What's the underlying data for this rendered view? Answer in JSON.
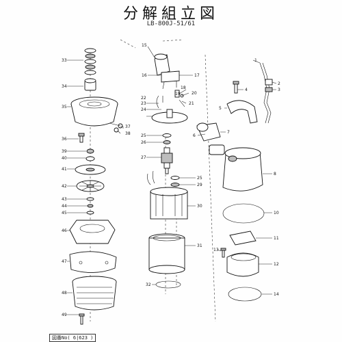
{
  "title": "分解組立図",
  "model": "LB-800J-51/61",
  "footer": "図番No( 6|623 )",
  "parts": {
    "1": "1",
    "2": "2",
    "3": "3",
    "4": "4",
    "5": "5",
    "6": "6",
    "7": "7",
    "8": "8",
    "10": "10",
    "11": "11",
    "12": "12",
    "13": "13",
    "14": "14",
    "15": "15",
    "16": "16",
    "17": "17",
    "18": "18",
    "19": "19",
    "20": "20",
    "21": "21",
    "22": "22",
    "23": "23",
    "24": "24",
    "25": "25",
    "26": "26",
    "27": "27",
    "29": "29",
    "30": "30",
    "31": "31",
    "32": "32",
    "33": "33",
    "34": "34",
    "35": "35",
    "36": "36",
    "37": "37",
    "38": "38",
    "39": "39",
    "40": "40",
    "41": "41",
    "42": "42",
    "43": "43",
    "44": "44",
    "45": "45",
    "46": "46",
    "47": "47",
    "48": "48",
    "49": "49"
  }
}
